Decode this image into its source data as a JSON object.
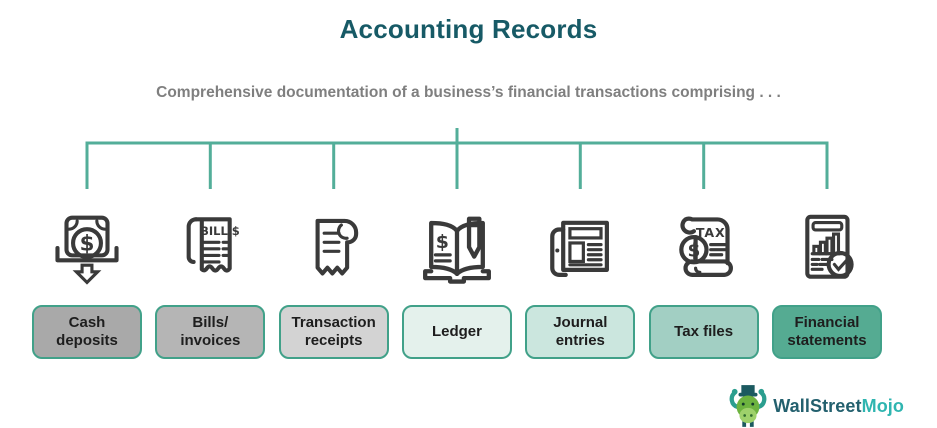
{
  "header": {
    "title": "Accounting Records",
    "subtitle": "Comprehensive documentation of a business’s financial transactions comprising . . ."
  },
  "colors": {
    "title_text": "#175a66",
    "subtitle_text": "#7f7f7f",
    "connector_line": "#53ae99",
    "box_border": "#41a189",
    "box_text": "#1e1e1e",
    "icon_stroke": "#3a3a3a",
    "logo_primary": "#23606e",
    "logo_accent": "#2fb5b0"
  },
  "items": [
    {
      "name": "cash-deposits",
      "label": "Cash\ndeposits",
      "icon": "cash-deposit-icon",
      "bg": "#a9a9a9",
      "icon_symbol": "$"
    },
    {
      "name": "bills-invoices",
      "label": "Bills/\ninvoices",
      "icon": "bill-invoice-icon",
      "bg": "#b5b5b5",
      "icon_text": "BILL $"
    },
    {
      "name": "transaction-receipts",
      "label": "Transaction\nreceipts",
      "icon": "receipt-icon",
      "bg": "#d3d3d3"
    },
    {
      "name": "ledger",
      "label": "Ledger",
      "icon": "ledger-book-icon",
      "bg": "#e4f1ec",
      "icon_symbol": "$"
    },
    {
      "name": "journal-entries",
      "label": "Journal\nentries",
      "icon": "newspaper-icon",
      "bg": "#cbe6de"
    },
    {
      "name": "tax-files",
      "label": "Tax files",
      "icon": "tax-scroll-icon",
      "bg": "#a2cfc3",
      "icon_text": "TAX",
      "icon_symbol": "$"
    },
    {
      "name": "financial-statements",
      "label": "Financial\nstatements",
      "icon": "financial-report-icon",
      "bg": "#55ab92"
    }
  ],
  "footer": {
    "logo_text_primary": "WallStreet",
    "logo_text_accent": "Mojo"
  }
}
